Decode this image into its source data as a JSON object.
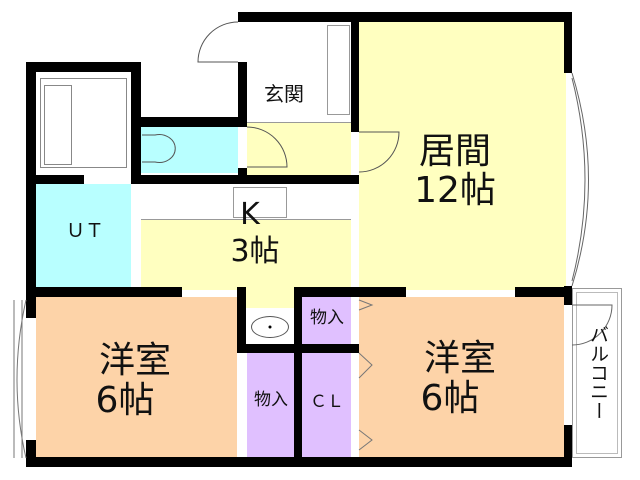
{
  "rooms": {
    "entrance": {
      "label": "玄関"
    },
    "living": {
      "label": "居間",
      "size": "12帖"
    },
    "kitchen": {
      "label": "K",
      "size": "3帖"
    },
    "utility": {
      "label": "ＵＴ"
    },
    "bedroom_left": {
      "label": "洋室",
      "size": "6帖"
    },
    "bedroom_right": {
      "label": "洋室",
      "size": "6帖"
    },
    "storage_top": {
      "label": "物入"
    },
    "storage_left": {
      "label": "物入"
    },
    "closet": {
      "label": "ＣＬ"
    },
    "balcony": {
      "label": "バルコニー"
    }
  },
  "colors": {
    "living_kitchen": "#ffffc0",
    "wet_rooms": "#b8ffff",
    "bedrooms": "#fdd3a8",
    "storage": "#e0c0ff",
    "walls": "#000000"
  }
}
